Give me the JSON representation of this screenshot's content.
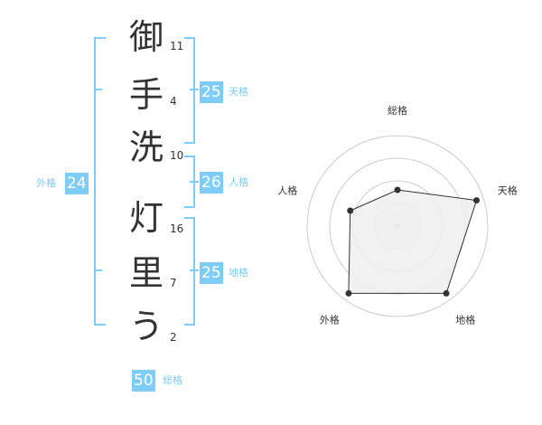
{
  "name_chars": [
    {
      "char": "御",
      "strokes": "11"
    },
    {
      "char": "手",
      "strokes": "4"
    },
    {
      "char": "洗",
      "strokes": "10"
    },
    {
      "char": "灯",
      "strokes": "16"
    },
    {
      "char": "里",
      "strokes": "7"
    },
    {
      "char": "う",
      "strokes": "2"
    }
  ],
  "kaku": {
    "tenkaku": {
      "value": "25",
      "label": "天格"
    },
    "jinkaku": {
      "value": "26",
      "label": "人格"
    },
    "chikaku": {
      "value": "25",
      "label": "地格"
    },
    "gaikaku": {
      "value": "24",
      "label": "外格"
    },
    "soukaku": {
      "value": "50",
      "label": "総格"
    }
  },
  "colors": {
    "accent": "#7dcdf6",
    "text": "#333333",
    "grid": "#cccccc",
    "fill": "#eeeeee"
  },
  "chart_data": {
    "type": "radar",
    "axes": [
      "総格",
      "天格",
      "地格",
      "外格",
      "人格"
    ],
    "values": [
      0.4,
      0.92,
      0.92,
      0.92,
      0.55
    ],
    "range": [
      0,
      1
    ],
    "rings": 4
  }
}
